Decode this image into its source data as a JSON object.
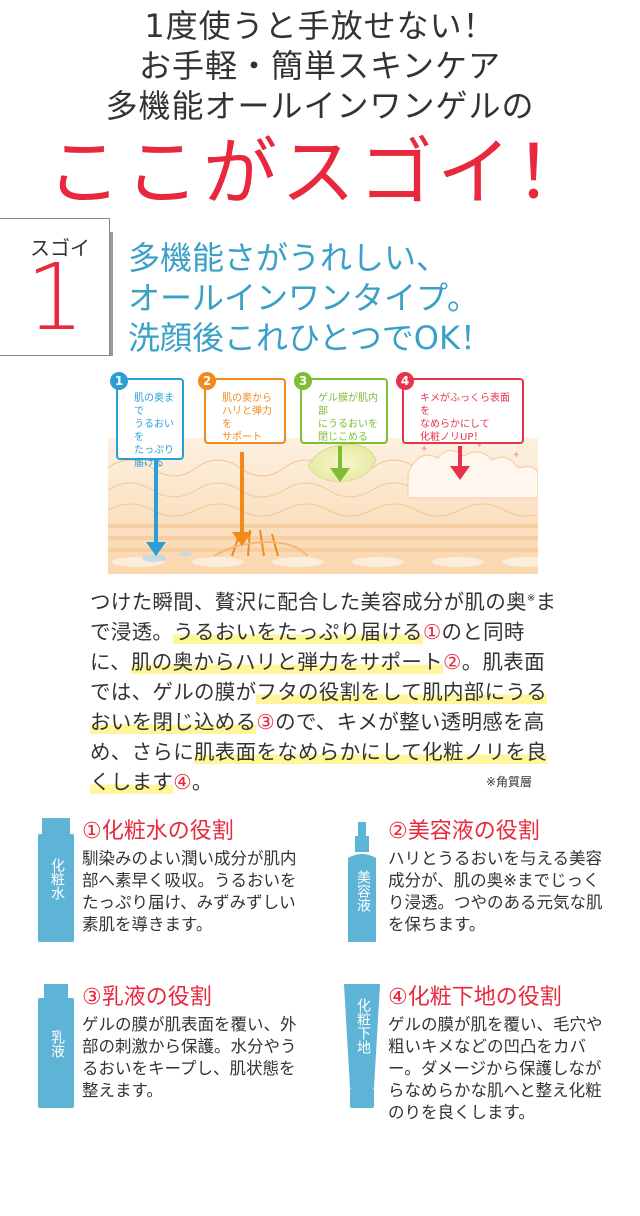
{
  "header": {
    "line1": "1度使うと手放せない！",
    "line2": "お手軽・簡単スキンケア",
    "line3": "多機能オールインワンゲルの",
    "headline": "ここがスゴイ！"
  },
  "point": {
    "label": "スゴイ",
    "number": "1",
    "title_lines": [
      "多機能さがうれしい、",
      "オールインワンタイプ。",
      "洗顔後これひとつでOK！"
    ]
  },
  "diagram": {
    "callouts": [
      {
        "num": "1",
        "color": "#2a9fd6",
        "lines": [
          "肌の奥まで",
          "うるおいを",
          "たっぷり",
          "届ける"
        ]
      },
      {
        "num": "2",
        "color": "#f08a1c",
        "lines": [
          "肌の奥から",
          "ハリと弾力を",
          "サポート"
        ]
      },
      {
        "num": "3",
        "color": "#7fbd34",
        "lines": [
          "ゲル膜が肌内部",
          "にうるおいを",
          "閉じこめる"
        ]
      },
      {
        "num": "4",
        "color": "#e8334a",
        "lines": [
          "キメがふっくら表面を",
          "なめらかにして",
          "化粧ノリUP！"
        ]
      }
    ]
  },
  "body": {
    "t1": "つけた瞬間、贅沢に配合した美容成分が肌の奥",
    "note_mark": "※",
    "t2": "まで浸透。",
    "h1": "うるおいをたっぷり届ける",
    "c1": "①",
    "t3": "のと同時に、",
    "h2": "肌の奥",
    "h2b": "からハリと弾力をサポート",
    "c2": "②",
    "t4": "。肌表面では、ゲルの膜が",
    "h3": "フタの役割をして肌内部にうるおいを閉じ込める",
    "c3": "③",
    "t5": "ので、キメが整い透明感を高め、さらに",
    "h4": "肌表面をなめらかにして化粧ノリを良くします",
    "c4": "④",
    "t6": "。",
    "footnote": "※角質層"
  },
  "roles": [
    {
      "bottle_label": "化粧水",
      "title": "①化粧水の役割",
      "desc": "馴染みのよい潤い成分が肌内部へ素早く吸収。うるおいをたっぷり届け、みずみずしい素肌を導きます。"
    },
    {
      "bottle_label": "美容液",
      "title": "②美容液の役割",
      "desc": "ハリとうるおいを与える美容成分が、肌の奥※までじっくり浸透。つやのある元気な肌を保ちます。"
    },
    {
      "bottle_label": "乳液",
      "title": "③乳液の役割",
      "desc": "ゲルの膜が肌表面を覆い、外部の刺激から保護。水分やうるおいをキープし、肌状態を整えます。"
    },
    {
      "bottle_label": "化粧下地",
      "title": "④化粧下地の役割",
      "desc": "ゲルの膜が肌を覆い、毛穴や粗いキメなどの凹凸をカバー。ダメージから保護しながらなめらかな肌へと整え化粧のりを良くします。"
    }
  ],
  "colors": {
    "accent_red": "#e8293d",
    "title_blue": "#3aa0c8",
    "bottle_blue": "#5eb4d6",
    "highlight": "#fff59a"
  }
}
